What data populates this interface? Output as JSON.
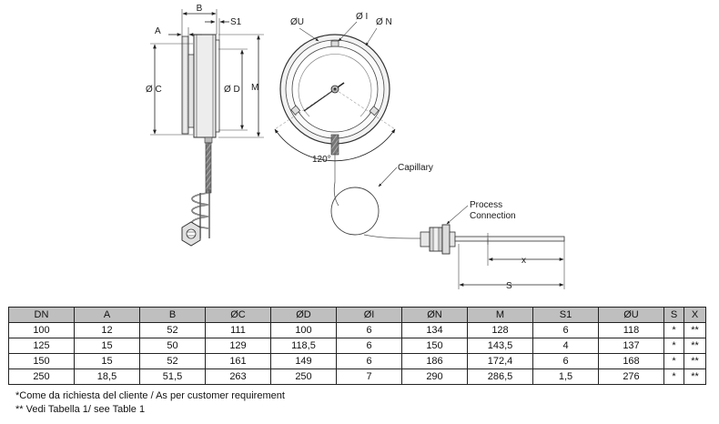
{
  "labels": {
    "dim_a": "A",
    "dim_b": "B",
    "dim_s1": "S1",
    "dim_c": "Ø C",
    "dim_d": "Ø D",
    "dim_m": "M",
    "dim_u": "ØU",
    "dim_i": "Ø I",
    "dim_n": "Ø N",
    "angle": "120°",
    "capillary": "Capillary",
    "process_line1": "Process",
    "process_line2": "Connection",
    "dim_x": "x",
    "dim_s": "S"
  },
  "table": {
    "headers": [
      "DN",
      "A",
      "B",
      "ØC",
      "ØD",
      "ØI",
      "ØN",
      "M",
      "S1",
      "ØU",
      "S",
      "X"
    ],
    "rows": [
      [
        "100",
        "12",
        "52",
        "111",
        "100",
        "6",
        "134",
        "128",
        "6",
        "118",
        "*",
        "**"
      ],
      [
        "125",
        "15",
        "50",
        "129",
        "118,5",
        "6",
        "150",
        "143,5",
        "4",
        "137",
        "*",
        "**"
      ],
      [
        "150",
        "15",
        "52",
        "161",
        "149",
        "6",
        "186",
        "172,4",
        "6",
        "168",
        "*",
        "**"
      ],
      [
        "250",
        "18,5",
        "51,5",
        "263",
        "250",
        "7",
        "290",
        "286,5",
        "1,5",
        "276",
        "*",
        "**"
      ]
    ]
  },
  "notes": {
    "note1": "*Come da richiesta del cliente / As per customer requirement",
    "note2": "** Vedi Tabella 1/ see Table 1"
  }
}
